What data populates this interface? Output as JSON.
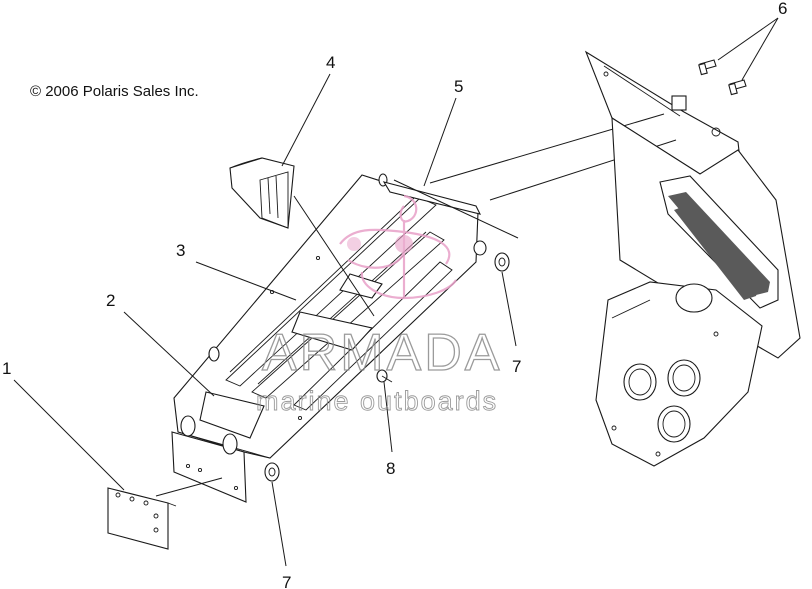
{
  "copyright": "© 2006 Polaris Sales Inc.",
  "callouts": [
    {
      "id": "c1",
      "text": "1"
    },
    {
      "id": "c2",
      "text": "2"
    },
    {
      "id": "c3",
      "text": "3"
    },
    {
      "id": "c4",
      "text": "4"
    },
    {
      "id": "c5",
      "text": "5"
    },
    {
      "id": "c6",
      "text": "6"
    },
    {
      "id": "c7a",
      "text": "7"
    },
    {
      "id": "c7b",
      "text": "7"
    },
    {
      "id": "c8",
      "text": "8"
    }
  ],
  "watermark": {
    "brand": "ARMADA",
    "tagline": "marine outboards",
    "logo_color": "#e8a0c8",
    "text_color": "#8a8a8a"
  },
  "colors": {
    "line": "#1a1a1a",
    "background": "#ffffff",
    "shade": "#5a5a5a"
  }
}
